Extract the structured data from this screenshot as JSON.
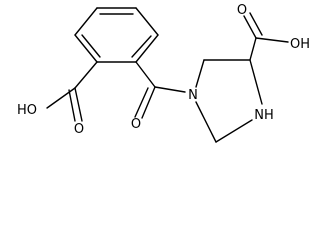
{
  "molecule": {
    "atom_labels": {
      "acid_left_oh": "HO",
      "acid_left_o": "O",
      "amide_o": "O",
      "ring_n": "N",
      "ring_nh": "NH",
      "acid_right_o": "O",
      "acid_right_oh": "OH"
    }
  },
  "colors": {
    "bond": "#000000",
    "label": "#000000",
    "background": "#ffffff"
  }
}
